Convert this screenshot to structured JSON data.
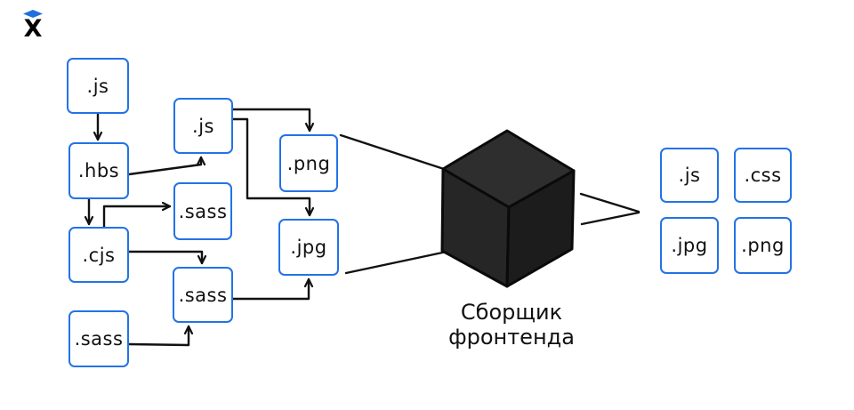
{
  "logo": {
    "glyph": "X"
  },
  "colors": {
    "node_border": "#2373e6",
    "edge": "#111111",
    "logo_diamond": "#1f6fde",
    "cube_top": "#2e2e2e",
    "cube_left": "#262626",
    "cube_right": "#1c1c1c",
    "cube_stroke": "#0a0a0a",
    "background": "#ffffff"
  },
  "nodes": {
    "src_js": ".js",
    "src_hbs": ".hbs",
    "src_cjs": ".cjs",
    "src_sass": ".sass",
    "mid_js": ".js",
    "mid_sass_top": ".sass",
    "mid_sass_bottom": ".sass",
    "asset_png": ".png",
    "asset_jpg": ".jpg",
    "out_js": ".js",
    "out_css": ".css",
    "out_jpg": ".jpg",
    "out_png": ".png"
  },
  "bundler": {
    "line1": "Сборщик",
    "line2": "фронтенда"
  }
}
